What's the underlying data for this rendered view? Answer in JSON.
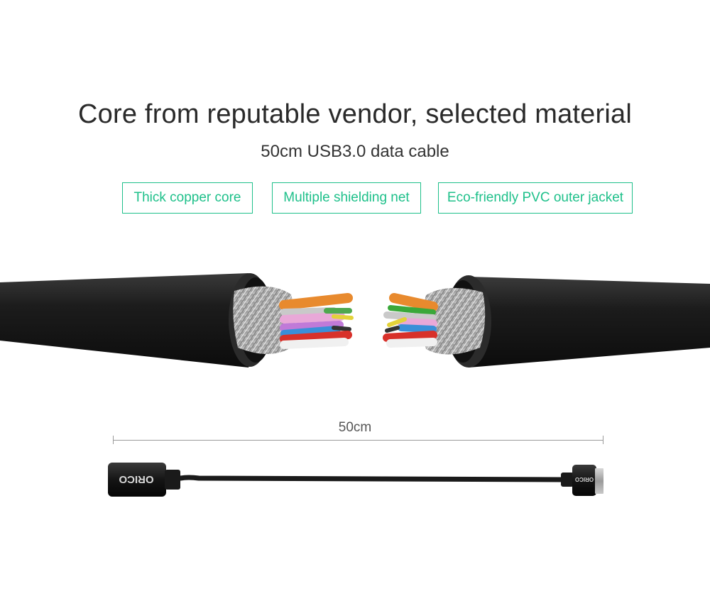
{
  "headline": {
    "title": "Core from reputable vendor, selected material",
    "subtitle": "50cm USB3.0 data cable"
  },
  "features": [
    {
      "label": "Thick copper core"
    },
    {
      "label": "Multiple shielding net"
    },
    {
      "label": "Eco-friendly PVC outer jacket"
    }
  ],
  "measurement": {
    "length_label": "50cm"
  },
  "brand": {
    "logo_text": "ORICO"
  },
  "colors": {
    "accent": "#1ec08a",
    "cable_jacket": "#1a1a1a",
    "wire_orange": "#e88a2e",
    "wire_purple": "#c07ad8",
    "wire_blue": "#3a8fd8",
    "wire_red": "#d8312a",
    "wire_green": "#3aa83a",
    "wire_white": "#f0f0f0"
  }
}
